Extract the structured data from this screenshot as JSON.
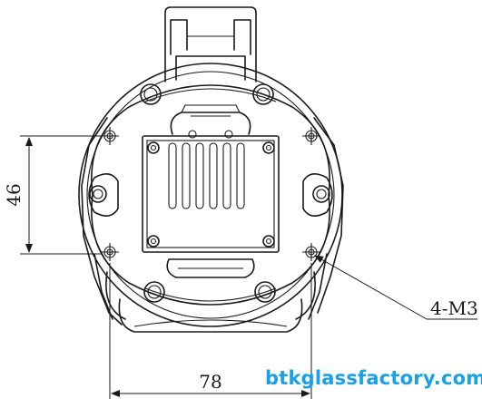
{
  "dimensions": {
    "height_label": "46",
    "width_label": "78",
    "hole_callout": "4-M3"
  },
  "watermark": "btkglassfactory.com",
  "colors": {
    "line": "#1a1a1a",
    "watermark": "#1aa0e8"
  }
}
